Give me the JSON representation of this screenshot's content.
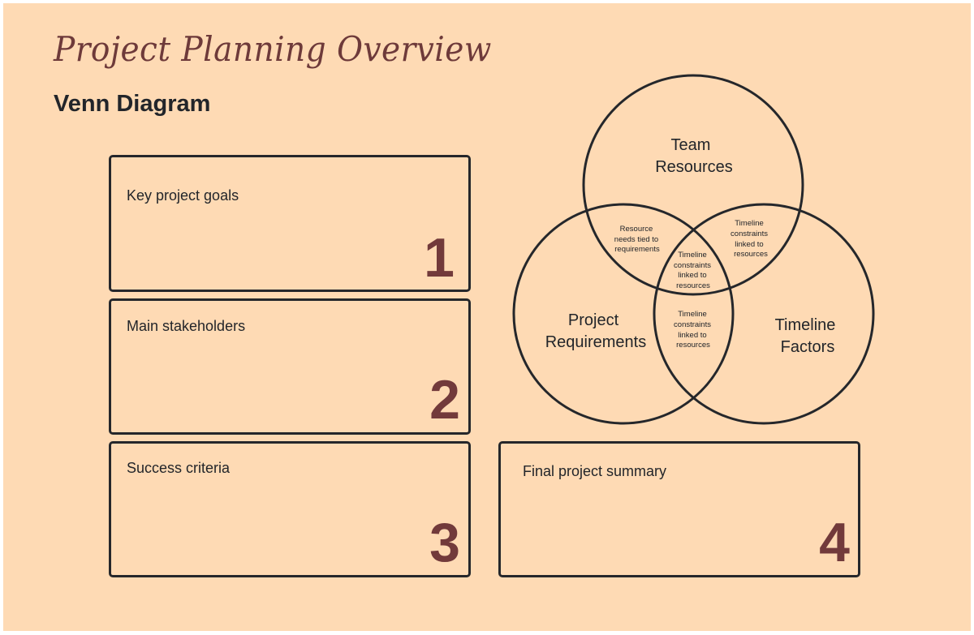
{
  "header": {
    "title": "Project Planning Overview",
    "subtitle": "Venn Diagram"
  },
  "colors": {
    "background": "#fedab4",
    "title": "#6e3a3a",
    "number": "#723a3b",
    "stroke": "#25272b",
    "text": "#22252a"
  },
  "cards": [
    {
      "label": "Key project goals",
      "number": "1"
    },
    {
      "label": "Main stakeholders",
      "number": "2"
    },
    {
      "label": "Success criteria",
      "number": "3"
    },
    {
      "label": "Final project summary",
      "number": "4"
    }
  ],
  "venn": {
    "circles": [
      {
        "name": "team-resources",
        "line1": "Team",
        "line2": "Resources"
      },
      {
        "name": "project-requirements",
        "line1": "Project",
        "line2": "Requirements"
      },
      {
        "name": "timeline-factors",
        "line1": "Timeline",
        "line2": "Factors"
      }
    ],
    "overlaps": {
      "team_requirements": [
        "Resource",
        "needs tied to",
        "requirements"
      ],
      "team_timeline": [
        "Timeline",
        "constraints",
        "linked to",
        "resources"
      ],
      "center": [
        "Timeline",
        "constraints",
        "linked to",
        "resources"
      ],
      "requirements_timeline": [
        "Timeline",
        "constraints",
        "linked to",
        "resources"
      ]
    }
  }
}
